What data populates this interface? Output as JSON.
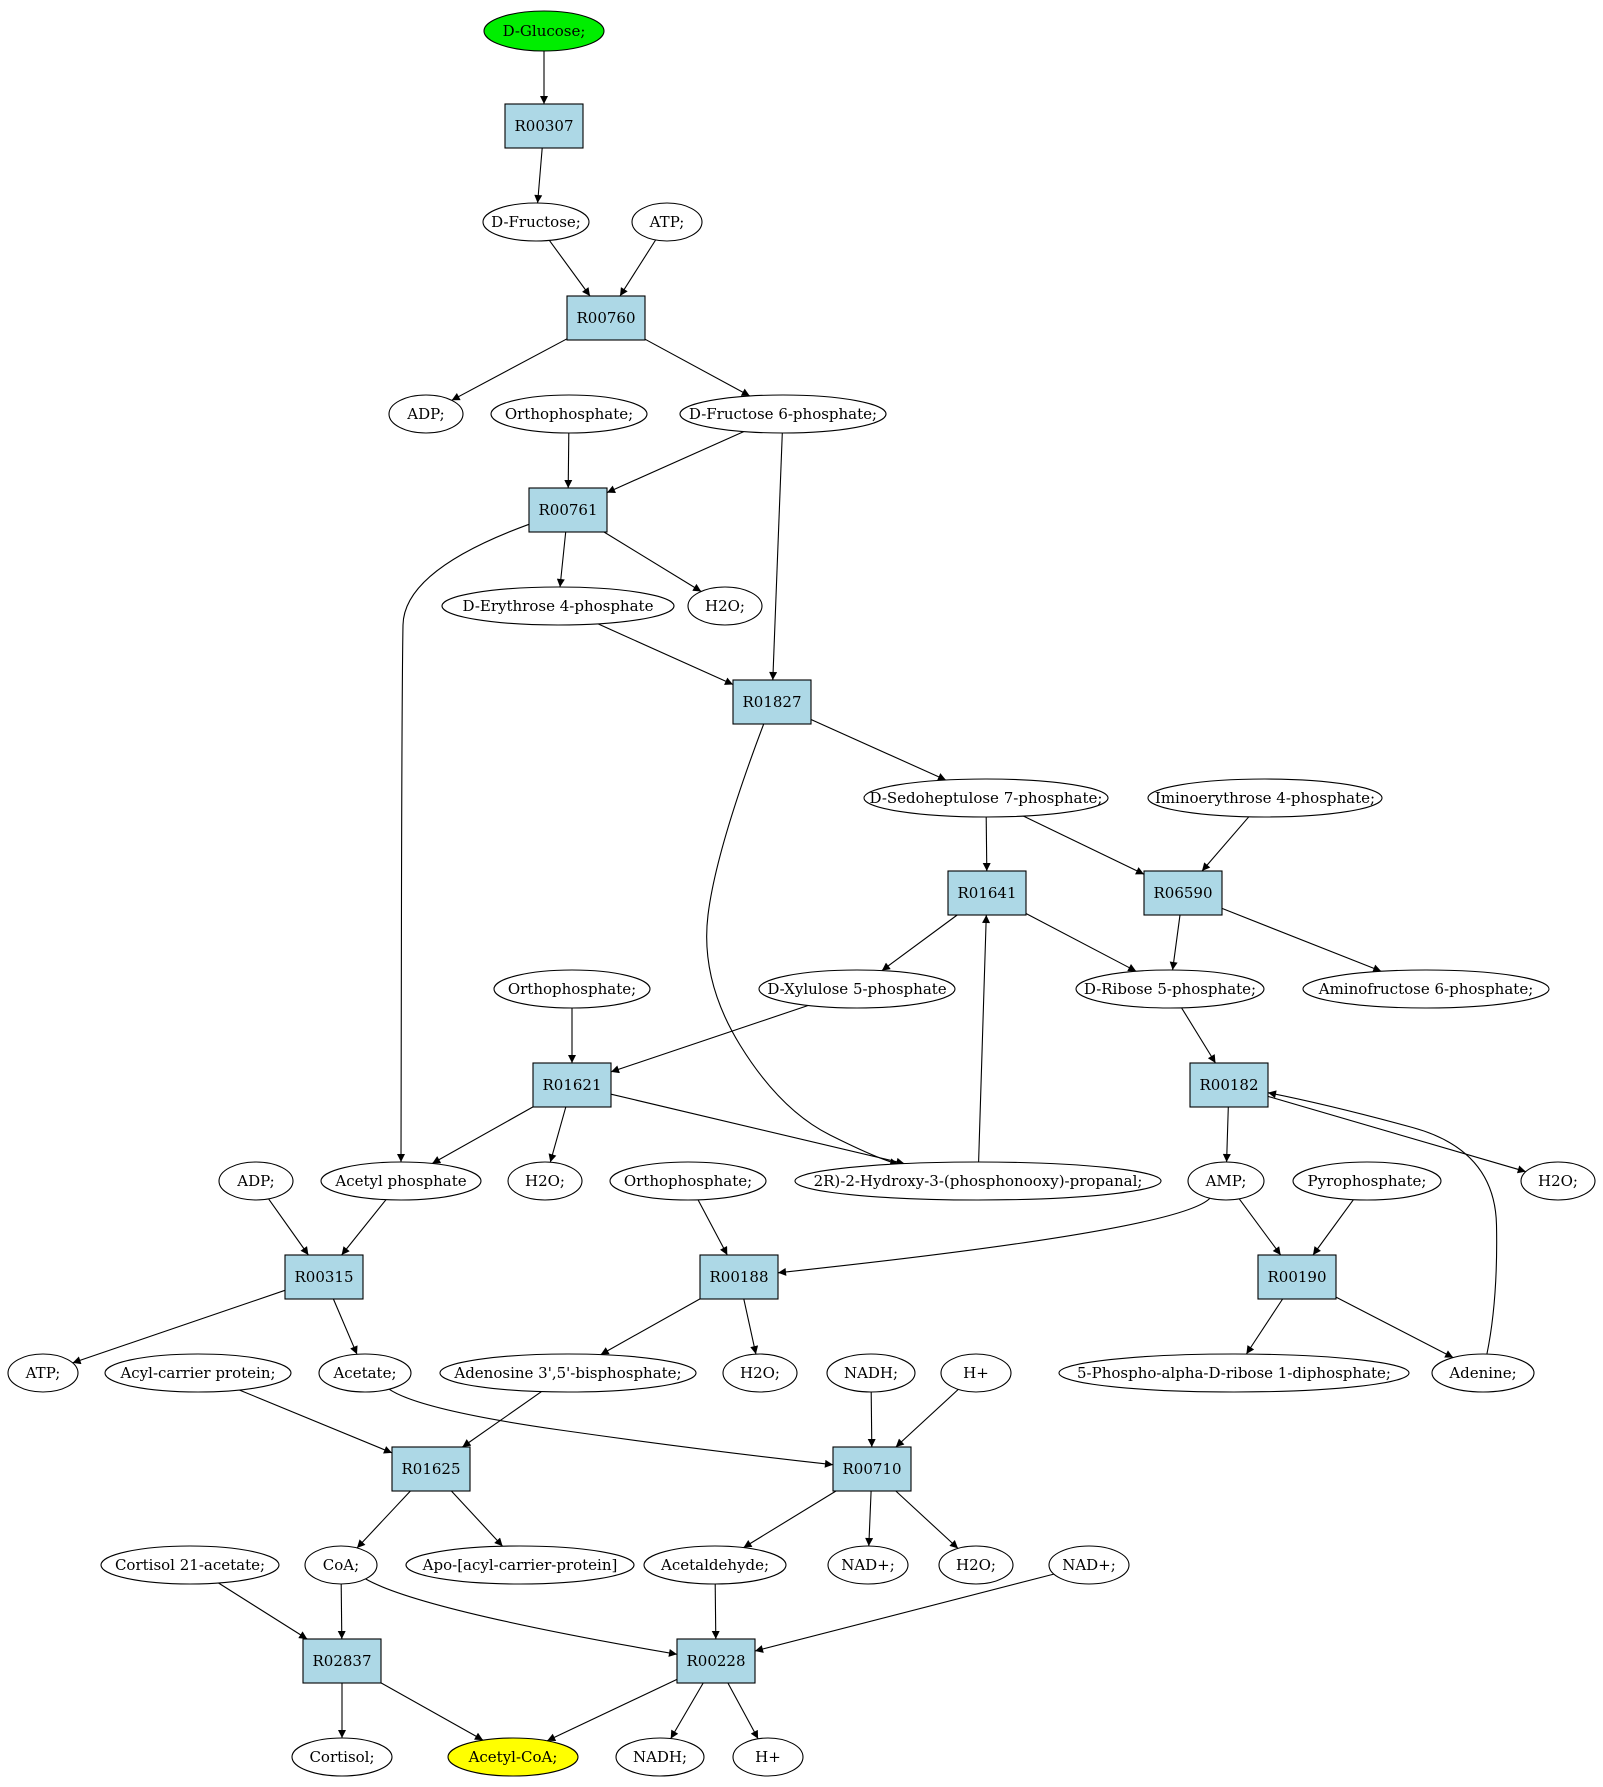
{
  "colors": {
    "reaction_fill": "#add8e6",
    "source_fill": "#00ee00",
    "target_fill": "#ffff00",
    "compound_fill": "#ffffff",
    "stroke": "#000000"
  },
  "nodes": [
    {
      "id": "c_glucose",
      "label": "D-Glucose;",
      "kind": "source"
    },
    {
      "id": "r_R00307",
      "label": "R00307",
      "kind": "reaction"
    },
    {
      "id": "c_fructose",
      "label": "D-Fructose;",
      "kind": "compound"
    },
    {
      "id": "c_atp1",
      "label": "ATP;",
      "kind": "compound"
    },
    {
      "id": "r_R00760",
      "label": "R00760",
      "kind": "reaction"
    },
    {
      "id": "c_adp1",
      "label": "ADP;",
      "kind": "compound"
    },
    {
      "id": "c_ortho1",
      "label": "Orthophosphate;",
      "kind": "compound"
    },
    {
      "id": "c_f6p",
      "label": "D-Fructose 6-phosphate;",
      "kind": "compound"
    },
    {
      "id": "r_R00761",
      "label": "R00761",
      "kind": "reaction"
    },
    {
      "id": "c_e4p",
      "label": "D-Erythrose 4-phosphate",
      "kind": "compound"
    },
    {
      "id": "c_h2o1",
      "label": "H2O;",
      "kind": "compound"
    },
    {
      "id": "r_R01827",
      "label": "R01827",
      "kind": "reaction"
    },
    {
      "id": "c_s7p",
      "label": "D-Sedoheptulose 7-phosphate;",
      "kind": "compound"
    },
    {
      "id": "c_imino",
      "label": "Iminoerythrose 4-phosphate;",
      "kind": "compound"
    },
    {
      "id": "r_R01641",
      "label": "R01641",
      "kind": "reaction"
    },
    {
      "id": "r_R06590",
      "label": "R06590",
      "kind": "reaction"
    },
    {
      "id": "c_ortho2",
      "label": "Orthophosphate;",
      "kind": "compound"
    },
    {
      "id": "c_x5p",
      "label": "D-Xylulose 5-phosphate",
      "kind": "compound"
    },
    {
      "id": "c_r5p",
      "label": "D-Ribose 5-phosphate;",
      "kind": "compound"
    },
    {
      "id": "c_aminof6p",
      "label": "Aminofructose 6-phosphate;",
      "kind": "compound"
    },
    {
      "id": "r_R01621",
      "label": "R01621",
      "kind": "reaction"
    },
    {
      "id": "r_R00182",
      "label": "R00182",
      "kind": "reaction"
    },
    {
      "id": "c_adp2",
      "label": "ADP;",
      "kind": "compound"
    },
    {
      "id": "c_acp",
      "label": "Acetyl phosphate",
      "kind": "compound"
    },
    {
      "id": "c_h2o2",
      "label": "H2O;",
      "kind": "compound"
    },
    {
      "id": "c_ortho3",
      "label": "Orthophosphate;",
      "kind": "compound"
    },
    {
      "id": "c_g3p",
      "label": "2R)-2-Hydroxy-3-(phosphonooxy)-propanal;",
      "kind": "compound"
    },
    {
      "id": "c_amp",
      "label": "AMP;",
      "kind": "compound"
    },
    {
      "id": "c_ppi",
      "label": "Pyrophosphate;",
      "kind": "compound"
    },
    {
      "id": "c_h2o3",
      "label": "H2O;",
      "kind": "compound"
    },
    {
      "id": "r_R00315",
      "label": "R00315",
      "kind": "reaction"
    },
    {
      "id": "r_R00188",
      "label": "R00188",
      "kind": "reaction"
    },
    {
      "id": "r_R00190",
      "label": "R00190",
      "kind": "reaction"
    },
    {
      "id": "c_atp2",
      "label": "ATP;",
      "kind": "compound"
    },
    {
      "id": "c_acylcarrier",
      "label": "Acyl-carrier protein;",
      "kind": "compound"
    },
    {
      "id": "c_acetate",
      "label": "Acetate;",
      "kind": "compound"
    },
    {
      "id": "c_pap",
      "label": "Adenosine 3',5'-bisphosphate;",
      "kind": "compound"
    },
    {
      "id": "c_h2o4",
      "label": "H2O;",
      "kind": "compound"
    },
    {
      "id": "c_nadh1",
      "label": "NADH;",
      "kind": "compound"
    },
    {
      "id": "c_hplus1",
      "label": "H+",
      "kind": "compound"
    },
    {
      "id": "c_prpp",
      "label": "5-Phospho-alpha-D-ribose 1-diphosphate;",
      "kind": "compound"
    },
    {
      "id": "c_adenine",
      "label": "Adenine;",
      "kind": "compound"
    },
    {
      "id": "r_R01625",
      "label": "R01625",
      "kind": "reaction"
    },
    {
      "id": "r_R00710",
      "label": "R00710",
      "kind": "reaction"
    },
    {
      "id": "c_cortacet",
      "label": "Cortisol 21-acetate;",
      "kind": "compound"
    },
    {
      "id": "c_coa",
      "label": "CoA;",
      "kind": "compound"
    },
    {
      "id": "c_apoacp",
      "label": "Apo-[acyl-carrier-protein]",
      "kind": "compound"
    },
    {
      "id": "c_acetald",
      "label": "Acetaldehyde;",
      "kind": "compound"
    },
    {
      "id": "c_nadplus1",
      "label": "NAD+;",
      "kind": "compound"
    },
    {
      "id": "c_h2o5",
      "label": "H2O;",
      "kind": "compound"
    },
    {
      "id": "c_nadplus2",
      "label": "NAD+;",
      "kind": "compound"
    },
    {
      "id": "r_R02837",
      "label": "R02837",
      "kind": "reaction"
    },
    {
      "id": "r_R00228",
      "label": "R00228",
      "kind": "reaction"
    },
    {
      "id": "c_cortisol",
      "label": "Cortisol;",
      "kind": "compound"
    },
    {
      "id": "c_acetylcoa",
      "label": "Acetyl-CoA;",
      "kind": "target"
    },
    {
      "id": "c_nadh2",
      "label": "NADH;",
      "kind": "compound"
    },
    {
      "id": "c_hplus2",
      "label": "H+",
      "kind": "compound"
    }
  ],
  "edges": [
    {
      "from": "c_glucose",
      "to": "r_R00307"
    },
    {
      "from": "r_R00307",
      "to": "c_fructose"
    },
    {
      "from": "c_fructose",
      "to": "r_R00760"
    },
    {
      "from": "c_atp1",
      "to": "r_R00760"
    },
    {
      "from": "r_R00760",
      "to": "c_adp1"
    },
    {
      "from": "r_R00760",
      "to": "c_f6p"
    },
    {
      "from": "c_ortho1",
      "to": "r_R00761"
    },
    {
      "from": "c_f6p",
      "to": "r_R00761"
    },
    {
      "from": "c_f6p",
      "to": "r_R01827"
    },
    {
      "from": "r_R00761",
      "to": "c_e4p"
    },
    {
      "from": "r_R00761",
      "to": "c_h2o1"
    },
    {
      "from": "r_R00761",
      "to": "c_acp"
    },
    {
      "from": "c_e4p",
      "to": "r_R01827"
    },
    {
      "from": "r_R01827",
      "to": "c_s7p"
    },
    {
      "from": "r_R01827",
      "to": "c_g3p"
    },
    {
      "from": "c_s7p",
      "to": "r_R01641"
    },
    {
      "from": "c_s7p",
      "to": "r_R06590"
    },
    {
      "from": "c_imino",
      "to": "r_R06590"
    },
    {
      "from": "r_R01641",
      "to": "c_x5p"
    },
    {
      "from": "r_R01641",
      "to": "c_r5p"
    },
    {
      "from": "r_R06590",
      "to": "c_r5p"
    },
    {
      "from": "r_R06590",
      "to": "c_aminof6p"
    },
    {
      "from": "c_g3p",
      "to": "r_R01641"
    },
    {
      "from": "c_ortho2",
      "to": "r_R01621"
    },
    {
      "from": "c_x5p",
      "to": "r_R01621"
    },
    {
      "from": "r_R01621",
      "to": "c_acp"
    },
    {
      "from": "r_R01621",
      "to": "c_h2o2"
    },
    {
      "from": "r_R01621",
      "to": "c_g3p"
    },
    {
      "from": "c_r5p",
      "to": "r_R00182"
    },
    {
      "from": "r_R00182",
      "to": "c_amp"
    },
    {
      "from": "r_R00182",
      "to": "c_h2o3"
    },
    {
      "from": "c_adenine",
      "to": "r_R00182"
    },
    {
      "from": "c_adp2",
      "to": "r_R00315"
    },
    {
      "from": "c_acp",
      "to": "r_R00315"
    },
    {
      "from": "c_ortho3",
      "to": "r_R00188"
    },
    {
      "from": "c_amp",
      "to": "r_R00188"
    },
    {
      "from": "c_amp",
      "to": "r_R00190"
    },
    {
      "from": "c_ppi",
      "to": "r_R00190"
    },
    {
      "from": "r_R00315",
      "to": "c_atp2"
    },
    {
      "from": "r_R00315",
      "to": "c_acetate"
    },
    {
      "from": "r_R00188",
      "to": "c_pap"
    },
    {
      "from": "r_R00188",
      "to": "c_h2o4"
    },
    {
      "from": "r_R00190",
      "to": "c_prpp"
    },
    {
      "from": "r_R00190",
      "to": "c_adenine"
    },
    {
      "from": "c_acylcarrier",
      "to": "r_R01625"
    },
    {
      "from": "c_pap",
      "to": "r_R01625"
    },
    {
      "from": "c_acetate",
      "to": "r_R00710"
    },
    {
      "from": "c_nadh1",
      "to": "r_R00710"
    },
    {
      "from": "c_hplus1",
      "to": "r_R00710"
    },
    {
      "from": "r_R01625",
      "to": "c_coa"
    },
    {
      "from": "r_R01625",
      "to": "c_apoacp"
    },
    {
      "from": "r_R00710",
      "to": "c_acetald"
    },
    {
      "from": "r_R00710",
      "to": "c_nadplus1"
    },
    {
      "from": "r_R00710",
      "to": "c_h2o5"
    },
    {
      "from": "c_cortacet",
      "to": "r_R02837"
    },
    {
      "from": "c_coa",
      "to": "r_R02837"
    },
    {
      "from": "c_coa",
      "to": "r_R00228"
    },
    {
      "from": "c_acetald",
      "to": "r_R00228"
    },
    {
      "from": "c_nadplus2",
      "to": "r_R00228"
    },
    {
      "from": "r_R02837",
      "to": "c_cortisol"
    },
    {
      "from": "r_R02837",
      "to": "c_acetylcoa"
    },
    {
      "from": "r_R00228",
      "to": "c_acetylcoa"
    },
    {
      "from": "r_R00228",
      "to": "c_nadh2"
    },
    {
      "from": "r_R00228",
      "to": "c_hplus2"
    }
  ]
}
